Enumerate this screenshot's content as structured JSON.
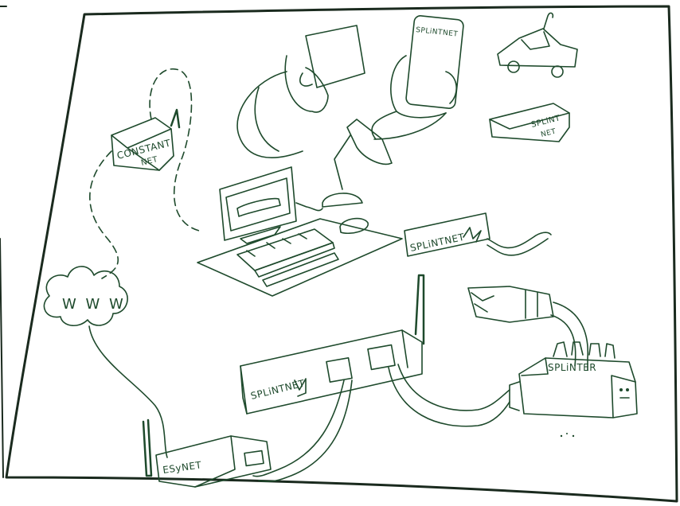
{
  "labels": {
    "constant_net_line1": "CONSTANT",
    "constant_net_line2": "NET",
    "phone_brand": "SPLiNTNET",
    "box_splint_line1": "SPLiNT",
    "box_splint_line2": "NET",
    "splintnet_sign": "SPLiNTNET",
    "www": "W W W",
    "router_main": "SPLiNTNET",
    "esynet": "ESyNET",
    "splinter": "SPLiNTER"
  },
  "colors": {
    "ink": "#1e4a2c",
    "outline": "#1a2a1e",
    "paper": "#ffffff"
  }
}
